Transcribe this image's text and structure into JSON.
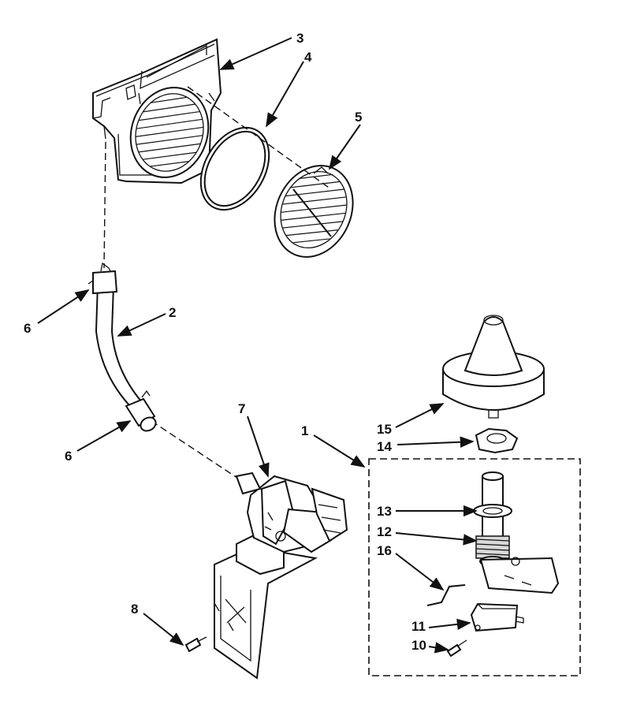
{
  "callouts": [
    {
      "id": "c1",
      "text": "1"
    },
    {
      "id": "c2",
      "text": "2"
    },
    {
      "id": "c3",
      "text": "3"
    },
    {
      "id": "c4",
      "text": "4"
    },
    {
      "id": "c5",
      "text": "5"
    },
    {
      "id": "c6a",
      "text": "6"
    },
    {
      "id": "c6b",
      "text": "6"
    },
    {
      "id": "c7",
      "text": "7"
    },
    {
      "id": "c8",
      "text": "8"
    },
    {
      "id": "c10",
      "text": "10"
    },
    {
      "id": "c11",
      "text": "11"
    },
    {
      "id": "c12",
      "text": "12"
    },
    {
      "id": "c13",
      "text": "13"
    },
    {
      "id": "c14",
      "text": "14"
    },
    {
      "id": "c15",
      "text": "15"
    },
    {
      "id": "c16",
      "text": "16"
    }
  ]
}
